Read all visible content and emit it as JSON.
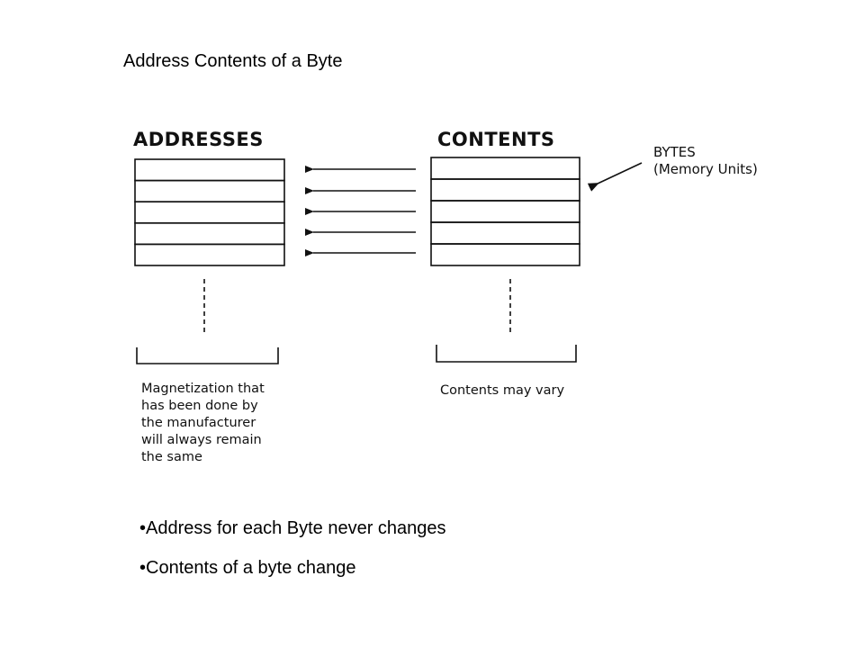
{
  "title": "Address Contents of a Byte",
  "diagram": {
    "addresses_heading": "ADDRESSES",
    "contents_heading": "CONTENTS",
    "bytes_label_line1": "BYTES",
    "bytes_label_line2": "(Memory Units)",
    "address_note_lines": [
      "Magnetization that",
      "has been done by",
      "the manufacturer",
      "will always remain",
      "the same"
    ],
    "contents_note": "Contents may vary",
    "rows_per_column": 5,
    "arrow_count": 5
  },
  "bullets": [
    {
      "marker": "•",
      "text": "Address for each Byte never changes"
    },
    {
      "marker": "•",
      "text": "Contents of a byte change"
    }
  ]
}
